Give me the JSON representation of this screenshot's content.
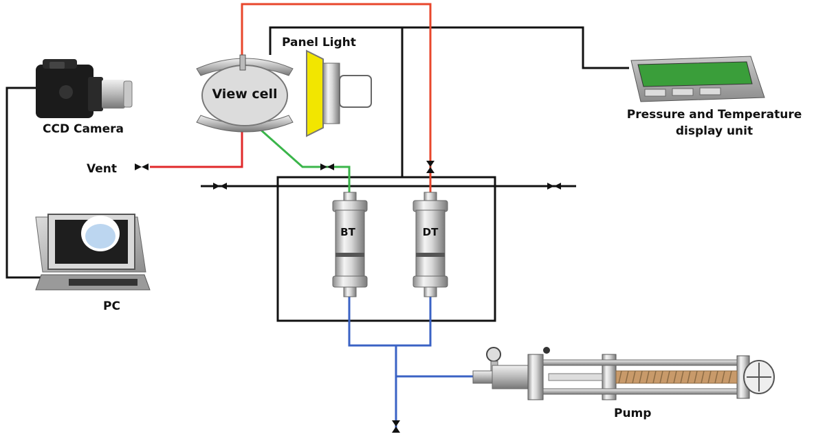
{
  "labels": {
    "ccd_camera": "CCD Camera",
    "pc": "PC",
    "vent": "Vent",
    "panel_light": "Panel Light",
    "view_cell": "View cell",
    "pt_display": "Pressure and Temperature display unit",
    "bt": "BT",
    "dt": "DT",
    "pump": "Pump"
  },
  "colors": {
    "pressure_line": "#e8462b",
    "vent_line": "#e0282a",
    "green_line": "#3ab54a",
    "blue_line": "#3a62c4",
    "black_line": "#111111",
    "display_screen": "#3a9e3a",
    "light_lens": "#f2e600"
  }
}
